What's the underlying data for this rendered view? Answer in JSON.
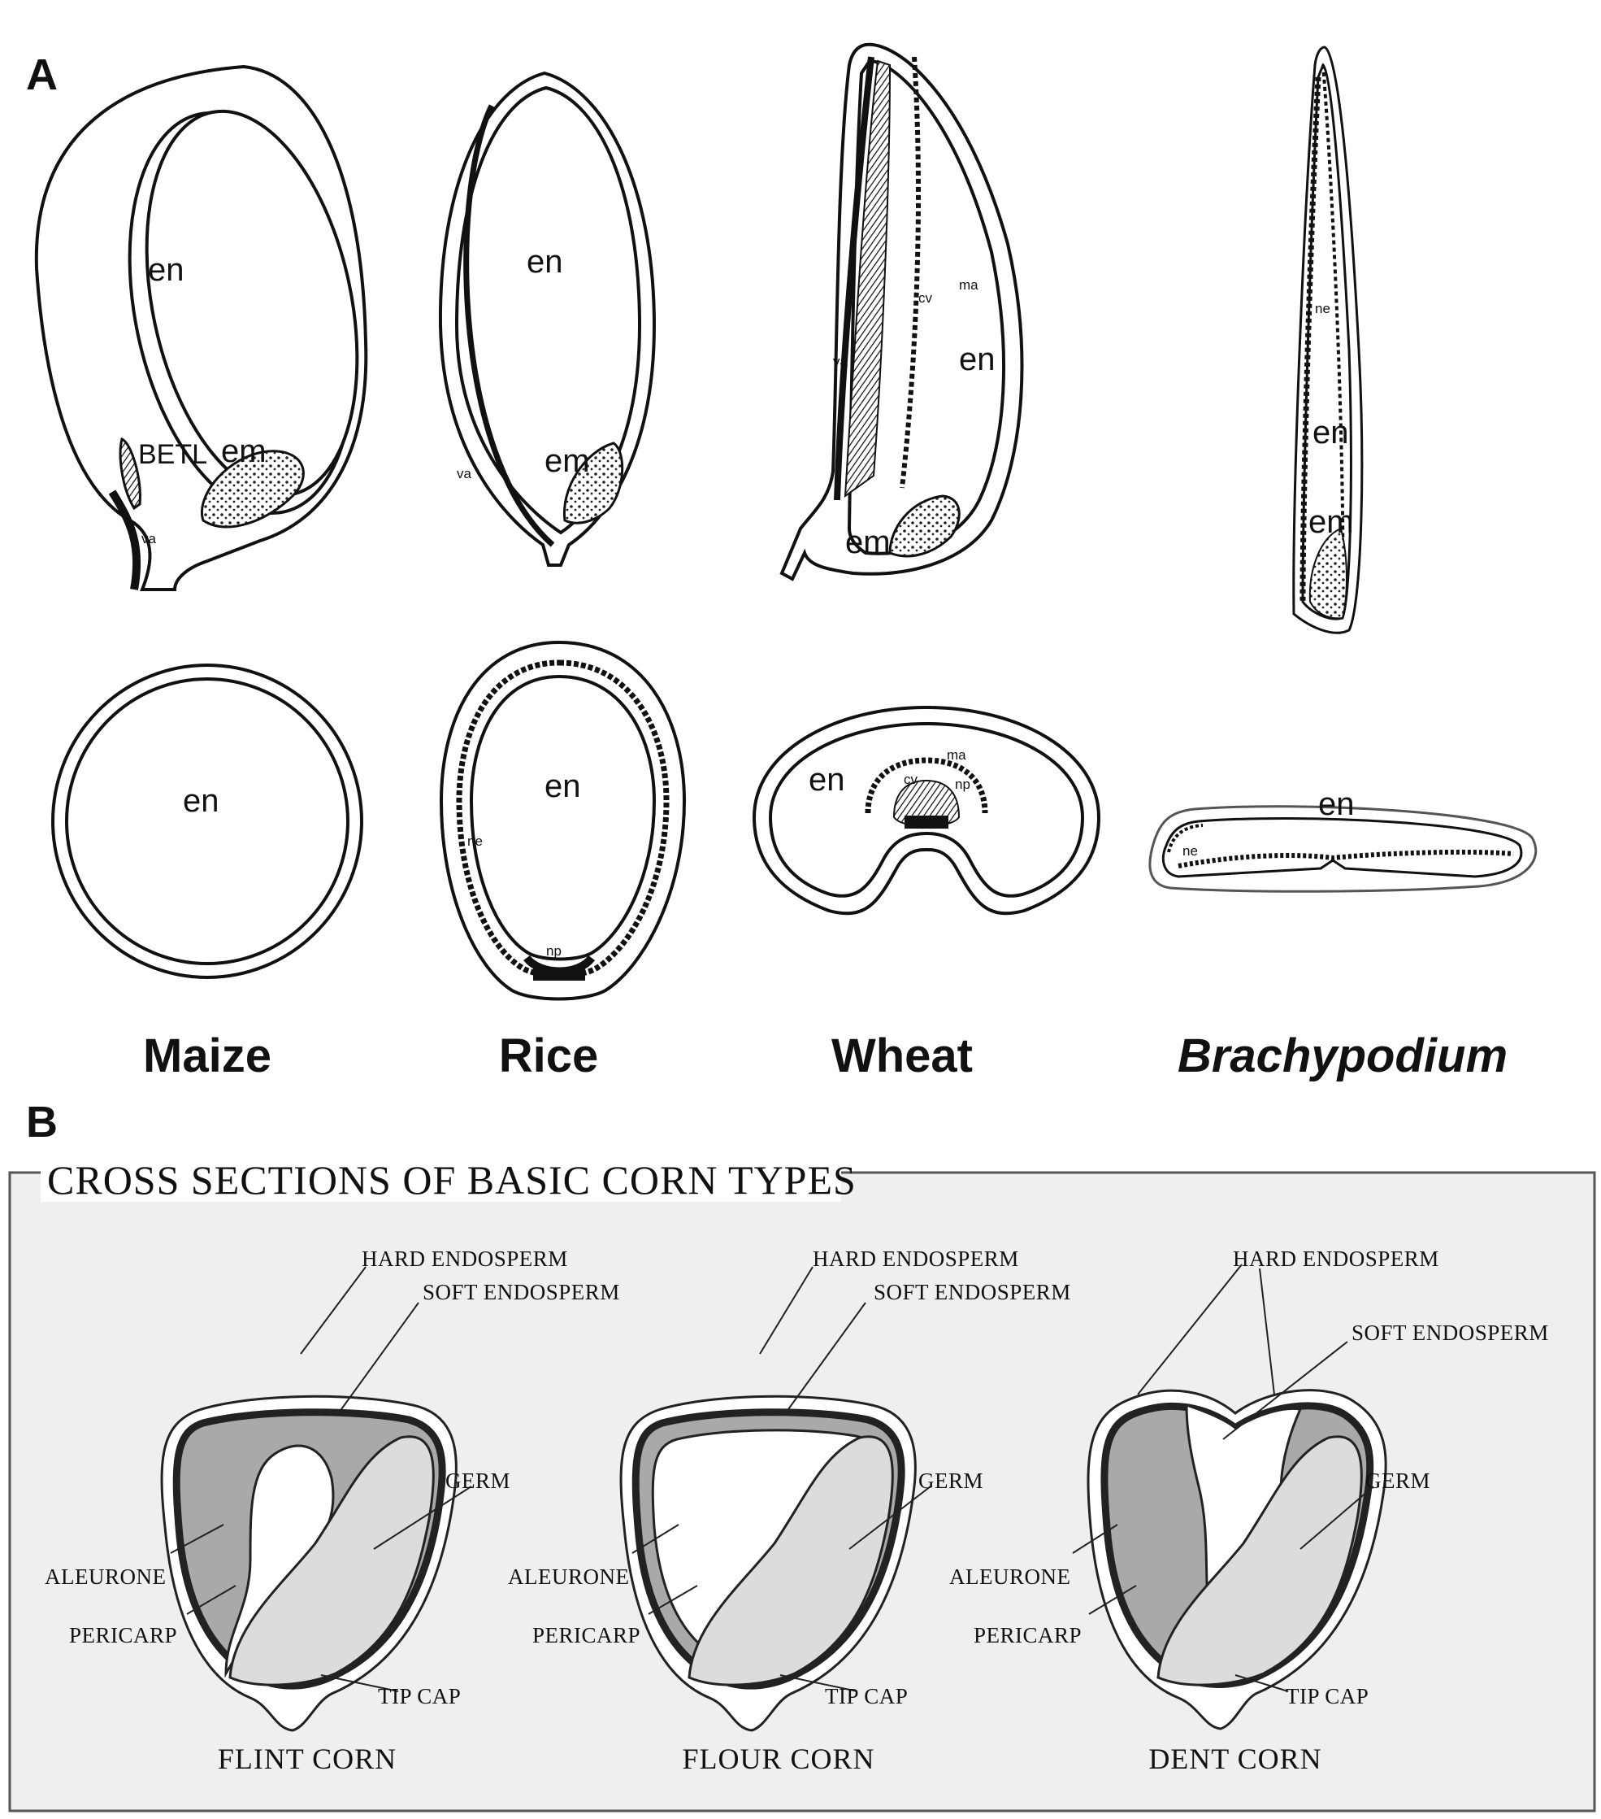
{
  "panel_a": {
    "letter": "A",
    "species": {
      "maize": "Maize",
      "rice": "Rice",
      "wheat": "Wheat",
      "brachypodium": "Brachypodium"
    },
    "labels": {
      "en": "en",
      "em": "em",
      "betl": "BETL",
      "va": "va",
      "cv": "cv",
      "ma": "ma",
      "ne": "ne",
      "np": "np"
    }
  },
  "panel_b": {
    "letter": "B",
    "box_title": "CROSS SECTIONS OF BASIC CORN TYPES",
    "labels": {
      "hard_endosperm": "HARD ENDOSPERM",
      "soft_endosperm": "SOFT ENDOSPERM",
      "germ": "GERM",
      "aleurone": "ALEURONE",
      "pericarp": "PERICARP",
      "tip_cap": "TIP CAP"
    },
    "types": {
      "flint": "FLINT CORN",
      "flour": "FLOUR CORN",
      "dent": "DENT CORN"
    },
    "colors": {
      "hard_endosperm": "#a9a9a9",
      "soft_endosperm": "#ffffff",
      "germ": "#dcdcdc",
      "aleurone": "#3a3a3a",
      "panel_background": "#efefef"
    }
  }
}
